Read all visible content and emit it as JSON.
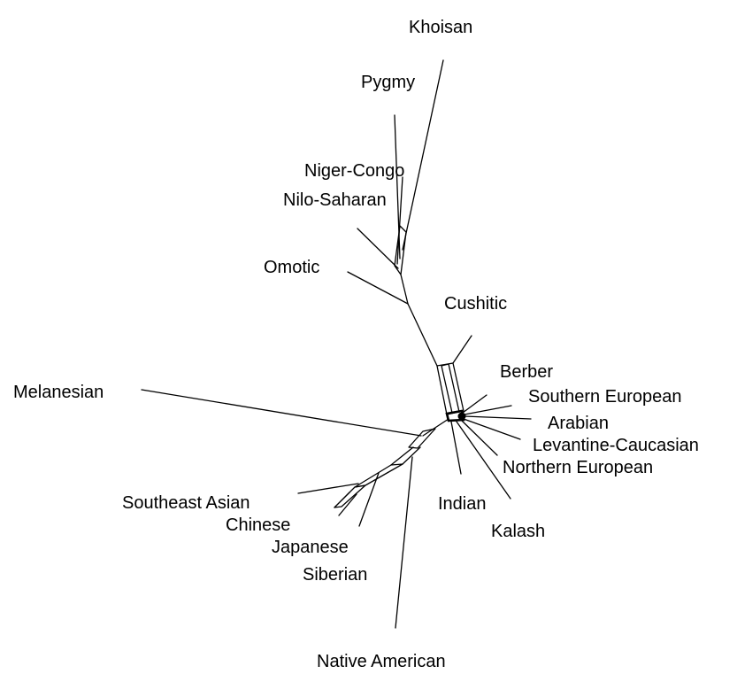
{
  "tree": {
    "leaves": {
      "khoisan": "Khoisan",
      "pygmy": "Pygmy",
      "niger_congo": "Niger-Congo",
      "nilo_saharan": "Nilo-Saharan",
      "omotic": "Omotic",
      "cushitic": "Cushitic",
      "berber": "Berber",
      "southern_european": "Southern European",
      "arabian": "Arabian",
      "levantine_caucasian": "Levantine-Caucasian",
      "northern_european": "Northern European",
      "kalash": "Kalash",
      "indian": "Indian",
      "melanesian": "Melanesian",
      "southeast_asian": "Southeast Asian",
      "chinese": "Chinese",
      "japanese": "Japanese",
      "siberian": "Siberian",
      "native_american": "Native American"
    },
    "line_color": "#000000",
    "background_color": "#ffffff"
  }
}
